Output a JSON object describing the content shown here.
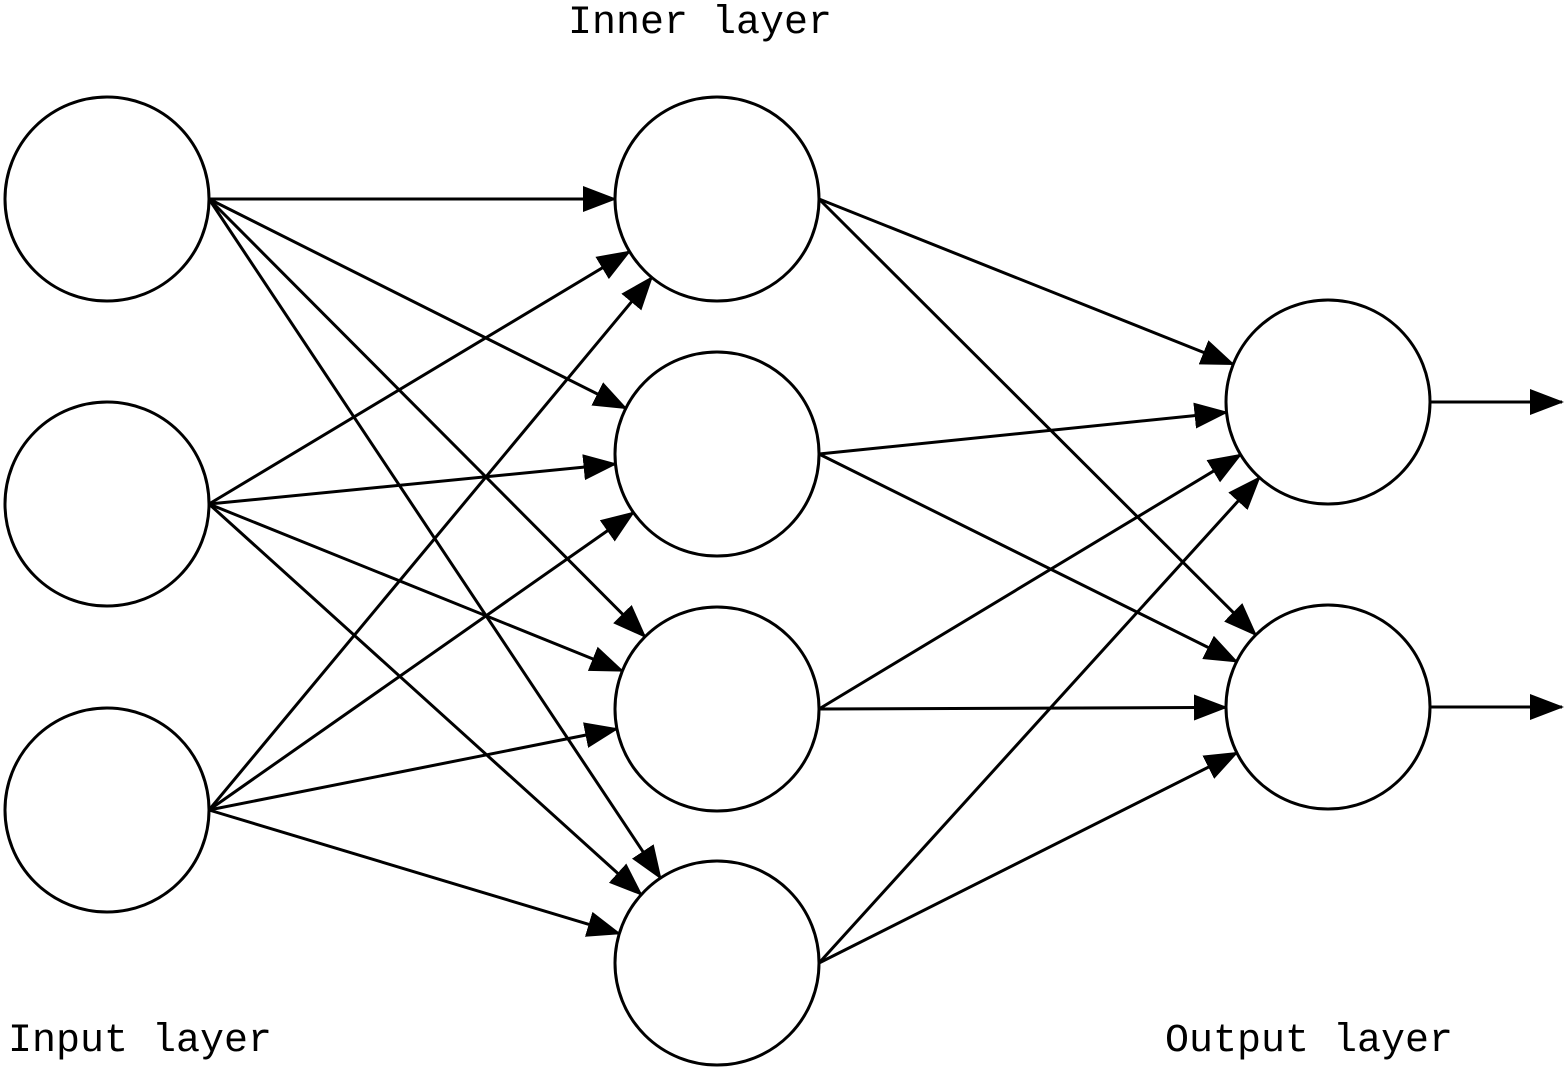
{
  "diagram": {
    "type": "neural-network",
    "stroke_color": "#000000",
    "fill_color": "#ffffff",
    "layers": [
      {
        "label": "Input layer",
        "nodes": 3
      },
      {
        "label": "Inner layer",
        "nodes": 4
      },
      {
        "label": "Output layer",
        "nodes": 2
      }
    ],
    "connectivity": "fully-connected",
    "output_arrows": true
  }
}
